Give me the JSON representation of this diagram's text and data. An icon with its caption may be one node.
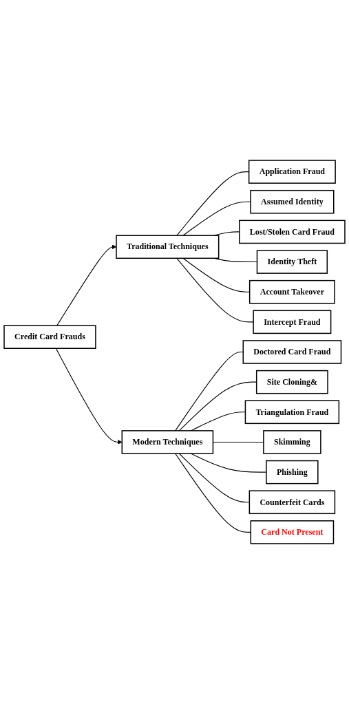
{
  "diagram": {
    "nodes": [
      {
        "text": [
          "Credit Card Frauds"
        ]
      },
      {
        "text": [
          "Traditional Techniques"
        ]
      },
      {
        "text": [
          "Modern Techniques"
        ]
      },
      {
        "text": [
          "Application Fraud"
        ]
      },
      {
        "text": [
          "Assumed Identity"
        ]
      },
      {
        "text": [
          "Lost/Stolen Card Fraud"
        ]
      },
      {
        "text": [
          "Identity Theft"
        ]
      },
      {
        "text": [
          "Account Takeover"
        ]
      },
      {
        "text": [
          "Intercept Fraud"
        ]
      },
      {
        "text": [
          "Doctored Card Fraud"
        ]
      },
      {
        "text": [
          "Site Cloning&"
        ]
      },
      {
        "text": [
          "Triangulation Fraud"
        ]
      },
      {
        "text": [
          "Skimming"
        ]
      },
      {
        "text": [
          "Phishing"
        ]
      },
      {
        "text": [
          "Counterfeit Cards"
        ]
      },
      {
        "text": [
          "Card Not Present"
        ]
      }
    ],
    "edges": [
      {
        "from": 0,
        "to": 1,
        "arrow": "to"
      },
      {
        "from": 0,
        "to": 2,
        "arrow": "to"
      },
      {
        "from": 1,
        "to": 3,
        "arrow": "none"
      },
      {
        "from": 1,
        "to": 4,
        "arrow": "none"
      },
      {
        "from": 1,
        "to": 5,
        "arrow": "none"
      },
      {
        "from": 1,
        "to": 6,
        "arrow": "none"
      },
      {
        "from": 1,
        "to": 7,
        "arrow": "none"
      },
      {
        "from": 1,
        "to": 8,
        "arrow": "none"
      },
      {
        "from": 2,
        "to": 9,
        "arrow": "none"
      },
      {
        "from": 2,
        "to": 10,
        "arrow": "none"
      },
      {
        "from": 2,
        "to": 11,
        "arrow": "none"
      },
      {
        "from": 2,
        "to": 12,
        "arrow": "none"
      },
      {
        "from": 2,
        "to": 13,
        "arrow": "none"
      },
      {
        "from": 2,
        "to": 14,
        "arrow": "none"
      },
      {
        "from": 2,
        "to": 15,
        "arrow": "none"
      }
    ]
  }
}
